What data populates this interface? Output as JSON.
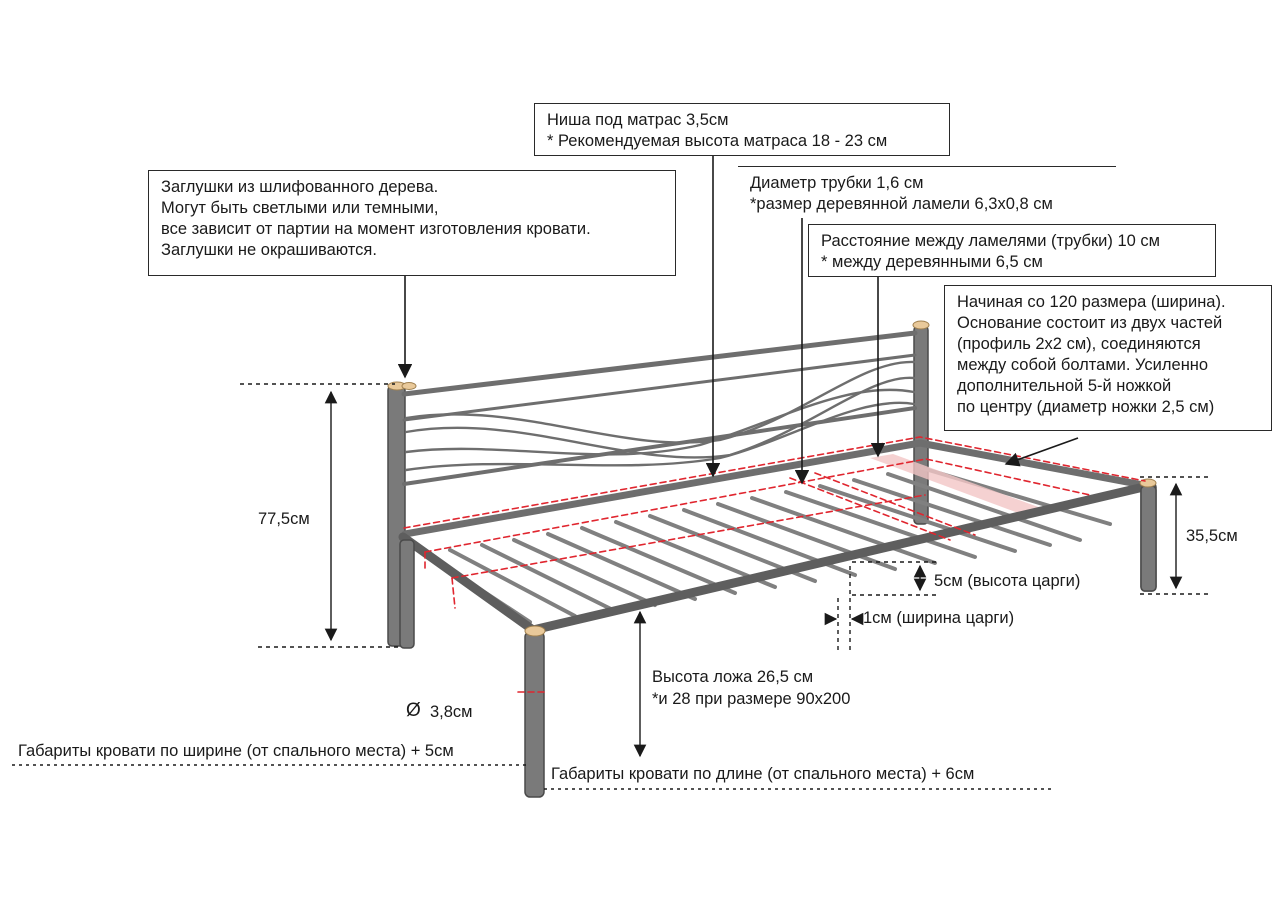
{
  "callouts": {
    "caps": {
      "lines": [
        "Заглушки из шлифованного дерева.",
        "Могут быть светлыми или темными,",
        "все зависит от партии на момент изготовления кровати.",
        "Заглушки не окрашиваются."
      ]
    },
    "mattress_niche": {
      "lines": [
        "Ниша под матрас 3,5см",
        "* Рекомендуемая высота матраса 18 - 23 см"
      ]
    },
    "tube_diameter": {
      "lines": [
        "Диаметр трубки 1,6 см",
        "*размер деревянной ламели 6,3х0,8 см"
      ]
    },
    "slat_spacing": {
      "lines": [
        "Расстояние между ламелями (трубки) 10 см",
        "* между деревянными 6,5 см"
      ]
    },
    "base_note": {
      "lines": [
        "Начиная со 120 размера (ширина).",
        "Основание состоит из двух частей",
        "(профиль 2х2 см), соединяются",
        "между собой болтами. Усиленно",
        "дополнительной 5-й ножкой",
        "по центру (диаметр ножки 2,5 см)"
      ]
    }
  },
  "dimensions": {
    "headboard_height": "77,5см",
    "leg_height": "35,5см",
    "rail_height": "5см (высота царги)",
    "rail_width": "1см (ширина царги)",
    "bed_height": "Высота ложа 26,5 см",
    "bed_height_note": "*и 28 при размере 90х200",
    "leg_diameter": "3,8см",
    "diameter_symbol": "Ø",
    "width_overall": "Габариты кровати по ширине (от спального места) + 5см",
    "length_overall": "Габариты кровати по длине (от спального места) + 6см"
  },
  "colors": {
    "frame": "#6e6e6e",
    "frame_dark": "#4a4a4a",
    "wood_cap": "#e9c99a",
    "red_dash": "#e0262f",
    "slat_highlight": "#f3c6c6"
  }
}
